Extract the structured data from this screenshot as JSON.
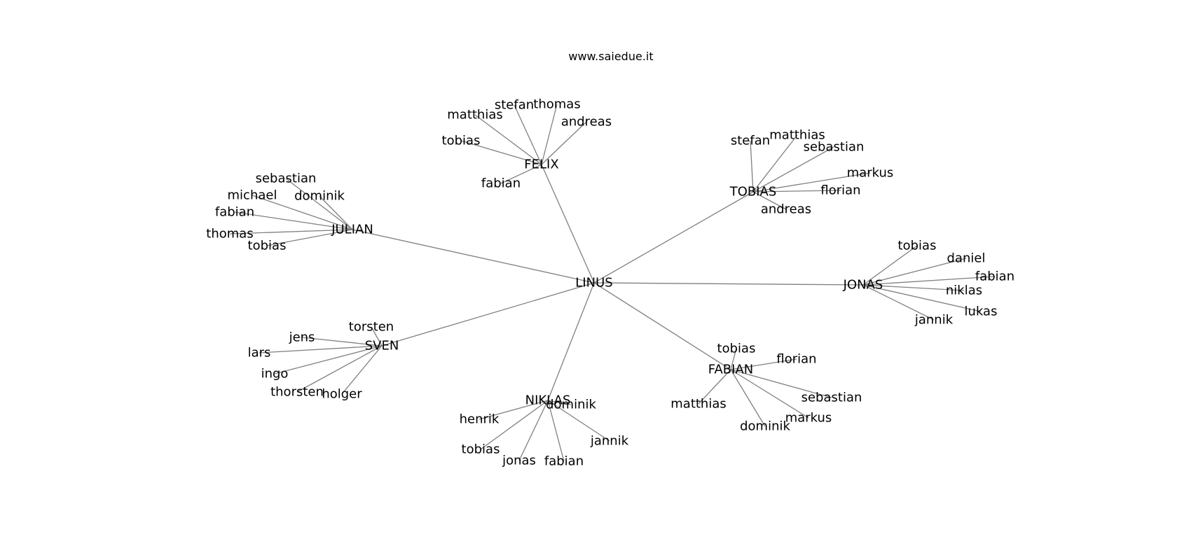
{
  "title": "www.saiedue.it",
  "colors": {
    "edge": "#808080",
    "text": "#000000",
    "background": "#ffffff"
  },
  "graph": {
    "root": "LINUS",
    "hubs": [
      {
        "label": "FELIX",
        "children": [
          "matthias",
          "stefan",
          "thomas",
          "andreas",
          "tobias",
          "fabian"
        ]
      },
      {
        "label": "TOBIAS",
        "children": [
          "stefan",
          "matthias",
          "sebastian",
          "markus",
          "florian",
          "andreas"
        ]
      },
      {
        "label": "JULIAN",
        "children": [
          "sebastian",
          "michael",
          "dominik",
          "fabian",
          "thomas",
          "tobias"
        ]
      },
      {
        "label": "JONAS",
        "children": [
          "tobias",
          "daniel",
          "fabian",
          "niklas",
          "lukas",
          "jannik"
        ]
      },
      {
        "label": "SVEN",
        "children": [
          "torsten",
          "jens",
          "lars",
          "ingo",
          "thorsten",
          "holger"
        ]
      },
      {
        "label": "NIKLAS",
        "children": [
          "henrik",
          "dominik",
          "jannik",
          "tobias",
          "jonas",
          "fabian"
        ]
      },
      {
        "label": "FABIAN",
        "children": [
          "tobias",
          "florian",
          "matthias",
          "sebastian",
          "markus",
          "dominik"
        ]
      }
    ]
  }
}
